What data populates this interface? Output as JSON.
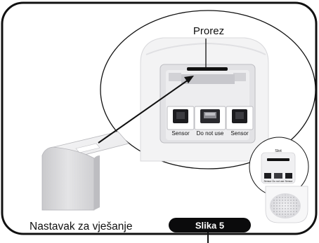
{
  "figure": {
    "callout_label": "Prorez",
    "port_labels": [
      "Sensor",
      "Do not use",
      "Sensor"
    ],
    "small_inset_label": "Slot",
    "small_port_labels": [
      "Sensor",
      "Do not use",
      "Sensor"
    ],
    "hanger_label": "Nastavak za vješanje",
    "figure_badge": "Slika 5"
  }
}
